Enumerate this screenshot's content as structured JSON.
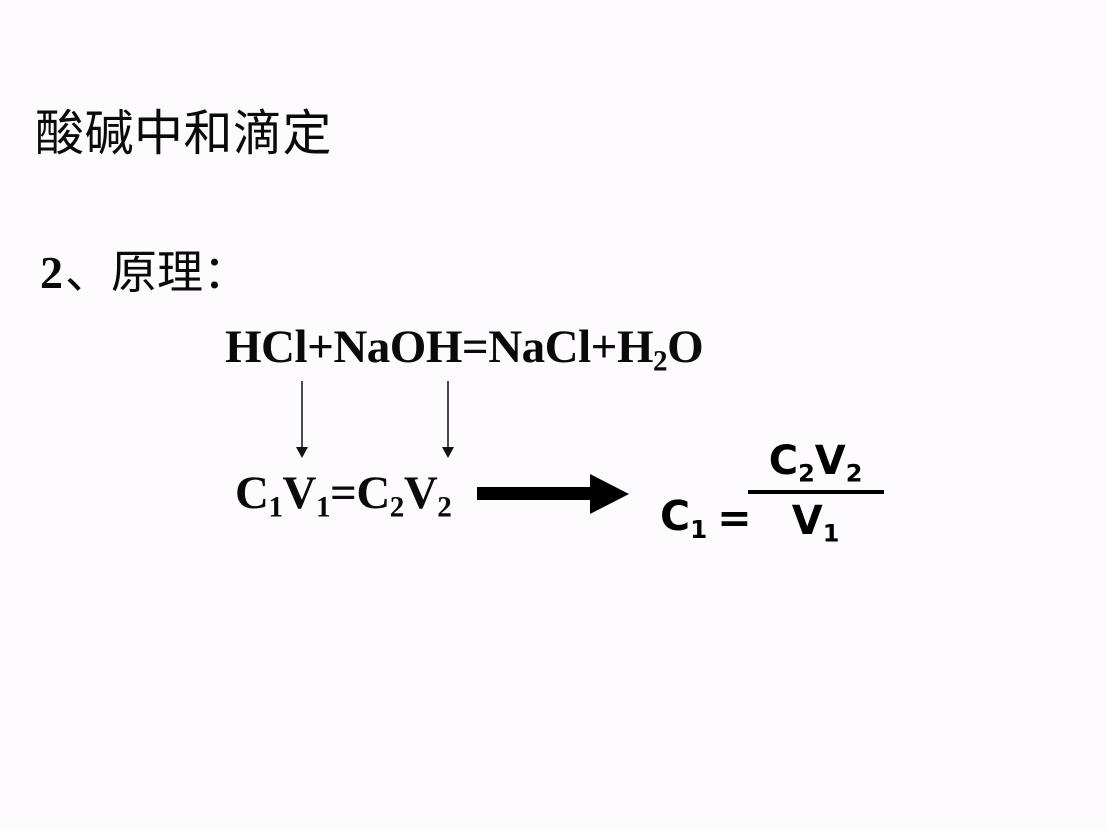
{
  "slide": {
    "background_color": "#fdfbfd",
    "text_color": "#0a0a0a",
    "title": "酸碱中和滴定",
    "section": {
      "index": "2",
      "label": "、原理："
    }
  },
  "equations": {
    "reaction": {
      "lhs_acid": "HCl",
      "plus_1": "+",
      "lhs_base": "NaOH",
      "equals": "=",
      "rhs_salt": "NaCl",
      "plus_2": "+",
      "rhs_water_symbol": "H",
      "rhs_water_sub": "2",
      "rhs_water_tail": "O",
      "full_text": "HCl+NaOH=NaCl+H2O"
    },
    "concentration": {
      "c1": "C",
      "c1_sub": "1",
      "v1": "V",
      "v1_sub": "1",
      "equals": "=",
      "c2": "C",
      "c2_sub": "2",
      "v2": "V",
      "v2_sub": "2",
      "full_text": "C1V1=C2V2"
    },
    "result": {
      "lhs_symbol": "C",
      "lhs_sub": "1",
      "equals": "=",
      "numerator_c": "C",
      "numerator_c_sub": "2",
      "numerator_v": "V",
      "numerator_v_sub": "2",
      "denominator_v": "V",
      "denominator_v_sub": "1",
      "full_text": "C1 = C2V2 / V1"
    }
  },
  "arrows": {
    "acid_mapping": "down-arrow-from-HCl",
    "base_mapping": "down-arrow-from-NaOH",
    "implication": "right-arrow-implies"
  }
}
